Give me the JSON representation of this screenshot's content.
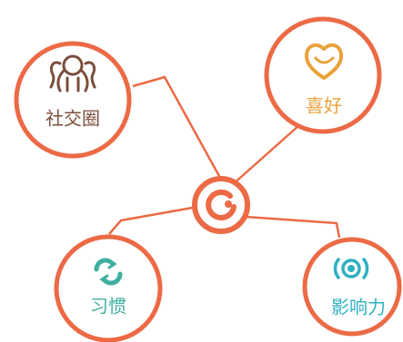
{
  "colors": {
    "ring": "#EC6A45",
    "social": "#7A4E3B",
    "hobby": "#E8A23A",
    "habit": "#3FAF9F",
    "influence": "#2FB0C2"
  },
  "hub": {
    "icon": "refresh-dot-icon"
  },
  "nodes": {
    "social": {
      "label": "社交圈",
      "icon": "people-group-icon"
    },
    "hobby": {
      "label": "喜好",
      "icon": "heart-icon"
    },
    "habit": {
      "label": "习惯",
      "icon": "cycle-arrows-icon"
    },
    "influence": {
      "label": "影响力",
      "icon": "broadcast-icon"
    }
  }
}
